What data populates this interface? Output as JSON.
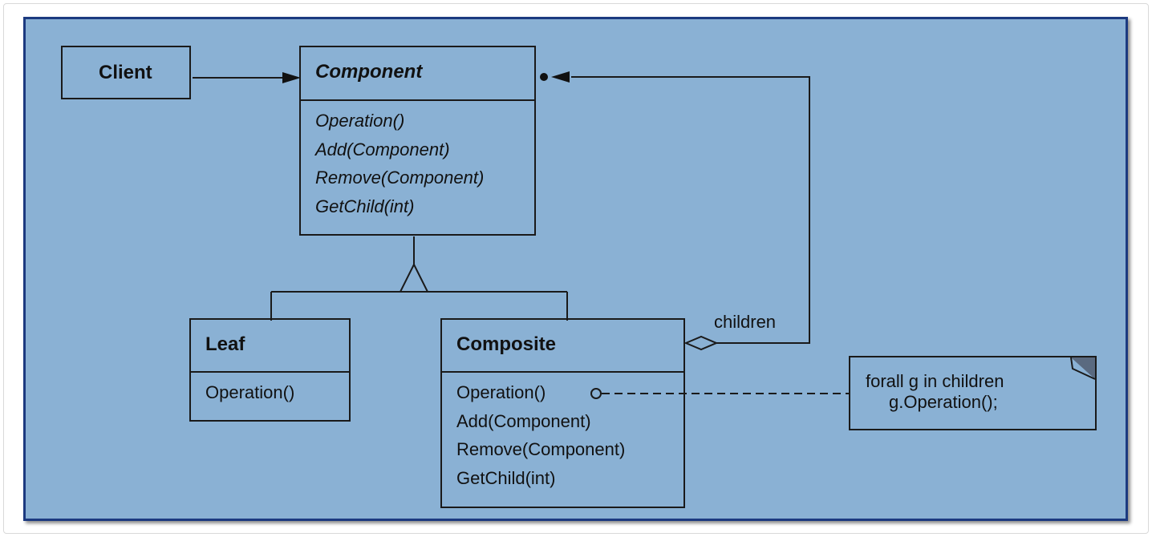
{
  "diagram": {
    "client": {
      "title": "Client"
    },
    "component": {
      "title": "Component",
      "operations": [
        "Operation()",
        "Add(Component)",
        "Remove(Component)",
        "GetChild(int)"
      ]
    },
    "leaf": {
      "title": "Leaf",
      "operations": [
        "Operation()"
      ]
    },
    "composite": {
      "title": "Composite",
      "operations": [
        "Operation()",
        "Add(Component)",
        "Remove(Component)",
        "GetChild(int)"
      ]
    },
    "children_label": "children",
    "note": {
      "line1": "forall g in children",
      "line2": "g.Operation();"
    }
  },
  "colors": {
    "background": "#8ab1d4",
    "border": "#1c3a80",
    "line": "#1a1a1a"
  }
}
